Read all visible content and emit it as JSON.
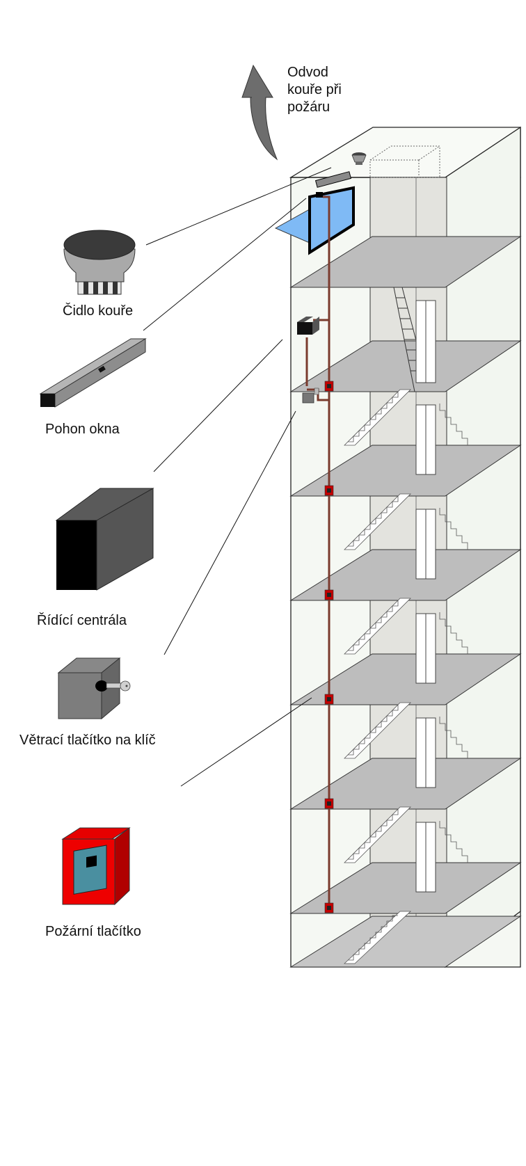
{
  "labels": {
    "smoke_exhaust": "Odvod\nkouře při\npožáru",
    "smoke_detector": "Čidlo kouře",
    "window_actuator": "Pohon okna",
    "control_unit": "Řídící centrála",
    "key_vent_button": "Větrací tlačítko na klíč",
    "fire_button": "Požární tlačítko"
  },
  "colors": {
    "wall": "#f3f7f1",
    "slab": "#bcbcbc",
    "shaft": "#e1e1dc",
    "cable": "#7a3b2e",
    "button_red": "#e20000",
    "button_blue": "#4a8fa0",
    "glass": "#7fbaf5",
    "arrow": "#6d6d6d"
  },
  "icons": {
    "arrow": "smoke-exhaust-arrow-icon",
    "detector": "smoke-detector-icon",
    "actuator": "window-actuator-icon",
    "control": "control-unit-icon",
    "key": "key-switch-icon",
    "fire": "fire-button-icon"
  }
}
